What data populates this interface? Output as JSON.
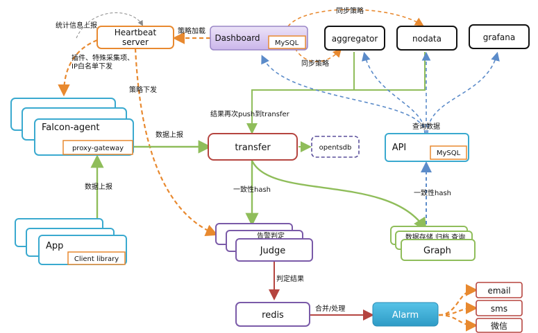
{
  "nodes": {
    "heartbeat": "Heartbeat\nserver",
    "dashboard": "Dashboard",
    "dashboard_db": "MySQL",
    "aggregator": "aggregator",
    "nodata": "nodata",
    "grafana": "grafana",
    "agent": "Falcon-agent",
    "proxy": "proxy-gateway",
    "transfer": "transfer",
    "opentsdb": "opentsdb",
    "api": "API",
    "api_db": "MySQL",
    "app": "App",
    "client_lib": "Client library",
    "judge": "Judge",
    "judge_sub": "告警判定",
    "graph": "Graph",
    "graph_sub": "数据存储 归档 查询",
    "redis": "redis",
    "alarm": "Alarm",
    "email": "email",
    "sms": "sms",
    "wechat": "微信"
  },
  "edges": {
    "stats_report": "统计信息上报",
    "policy_load": "策略加载",
    "sync_policy_top": "同步策略",
    "sync_policy_mid": "同步策略",
    "plugins": "插件、特殊采集项、\nIP白名单下发",
    "policy_push": "策略下发",
    "push_transfer": "结果再次push到transfer",
    "data_report_agent": "数据上报",
    "query_data": "查询数据",
    "data_report_app": "数据上报",
    "hash_judge": "一致性hash",
    "hash_graph": "一致性hash",
    "judge_result": "判定结果",
    "merge": "合并/处理"
  }
}
